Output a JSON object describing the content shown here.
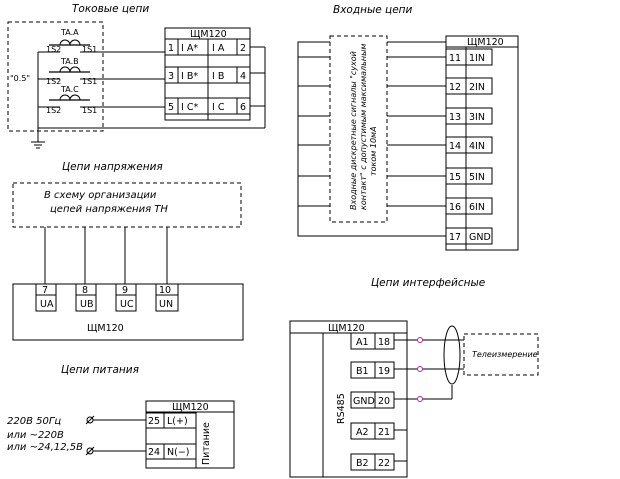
{
  "titles": {
    "current": "Токовые цепи",
    "input": "Входные цепи",
    "voltage": "Цепи напряжения",
    "interface": "Цепи интерфейсные",
    "power": "Цепи питания"
  },
  "device": "ЩМ120",
  "current": {
    "accuracy": "\"0.5\"",
    "transformers": [
      {
        "name": "TA.A",
        "left": "1S2",
        "right": "1S1"
      },
      {
        "name": "TA.B",
        "left": "1S2",
        "right": "1S1"
      },
      {
        "name": "TA.C",
        "left": "1S2",
        "right": "1S1"
      }
    ],
    "rows": [
      {
        "n1": "1",
        "l1": "I A*",
        "l2": "I A",
        "n2": "2"
      },
      {
        "n1": "3",
        "l1": "I B*",
        "l2": "I B",
        "n2": "4"
      },
      {
        "n1": "5",
        "l1": "I C*",
        "l2": "I C",
        "n2": "6"
      }
    ]
  },
  "input": {
    "note": "Входные дискретные сигналы \"сухой контакт\" с допустимым максимальным током 10мА",
    "rows": [
      {
        "n": "11",
        "l": "1IN"
      },
      {
        "n": "12",
        "l": "2IN"
      },
      {
        "n": "13",
        "l": "3IN"
      },
      {
        "n": "14",
        "l": "4IN"
      },
      {
        "n": "15",
        "l": "5IN"
      },
      {
        "n": "16",
        "l": "6IN"
      },
      {
        "n": "17",
        "l": "GND"
      }
    ]
  },
  "voltage": {
    "note_line1": "В схему организации",
    "note_line2": "цепей напряжения ТН",
    "terminals": [
      {
        "n": "7",
        "l": "UA"
      },
      {
        "n": "8",
        "l": "UB"
      },
      {
        "n": "9",
        "l": "UC"
      },
      {
        "n": "10",
        "l": "UN"
      }
    ]
  },
  "interface": {
    "bus": "RS485",
    "telemetry": "Телеизмерение",
    "rows": [
      {
        "l": "A1",
        "n": "18"
      },
      {
        "l": "B1",
        "n": "19"
      },
      {
        "l": "GND",
        "n": "20"
      },
      {
        "l": "A2",
        "n": "21"
      },
      {
        "l": "B2",
        "n": "22"
      }
    ]
  },
  "power": {
    "supply_line1": "220В 50Гц",
    "supply_line2": "или ~220В",
    "supply_line3": "или ~24,12,5В",
    "module": "Питание",
    "rows": [
      {
        "n": "25",
        "l": "L(+)"
      },
      {
        "n": "24",
        "l": "N(−)"
      }
    ]
  },
  "colors": {
    "line": "#000000",
    "marker": "#c0208f"
  }
}
